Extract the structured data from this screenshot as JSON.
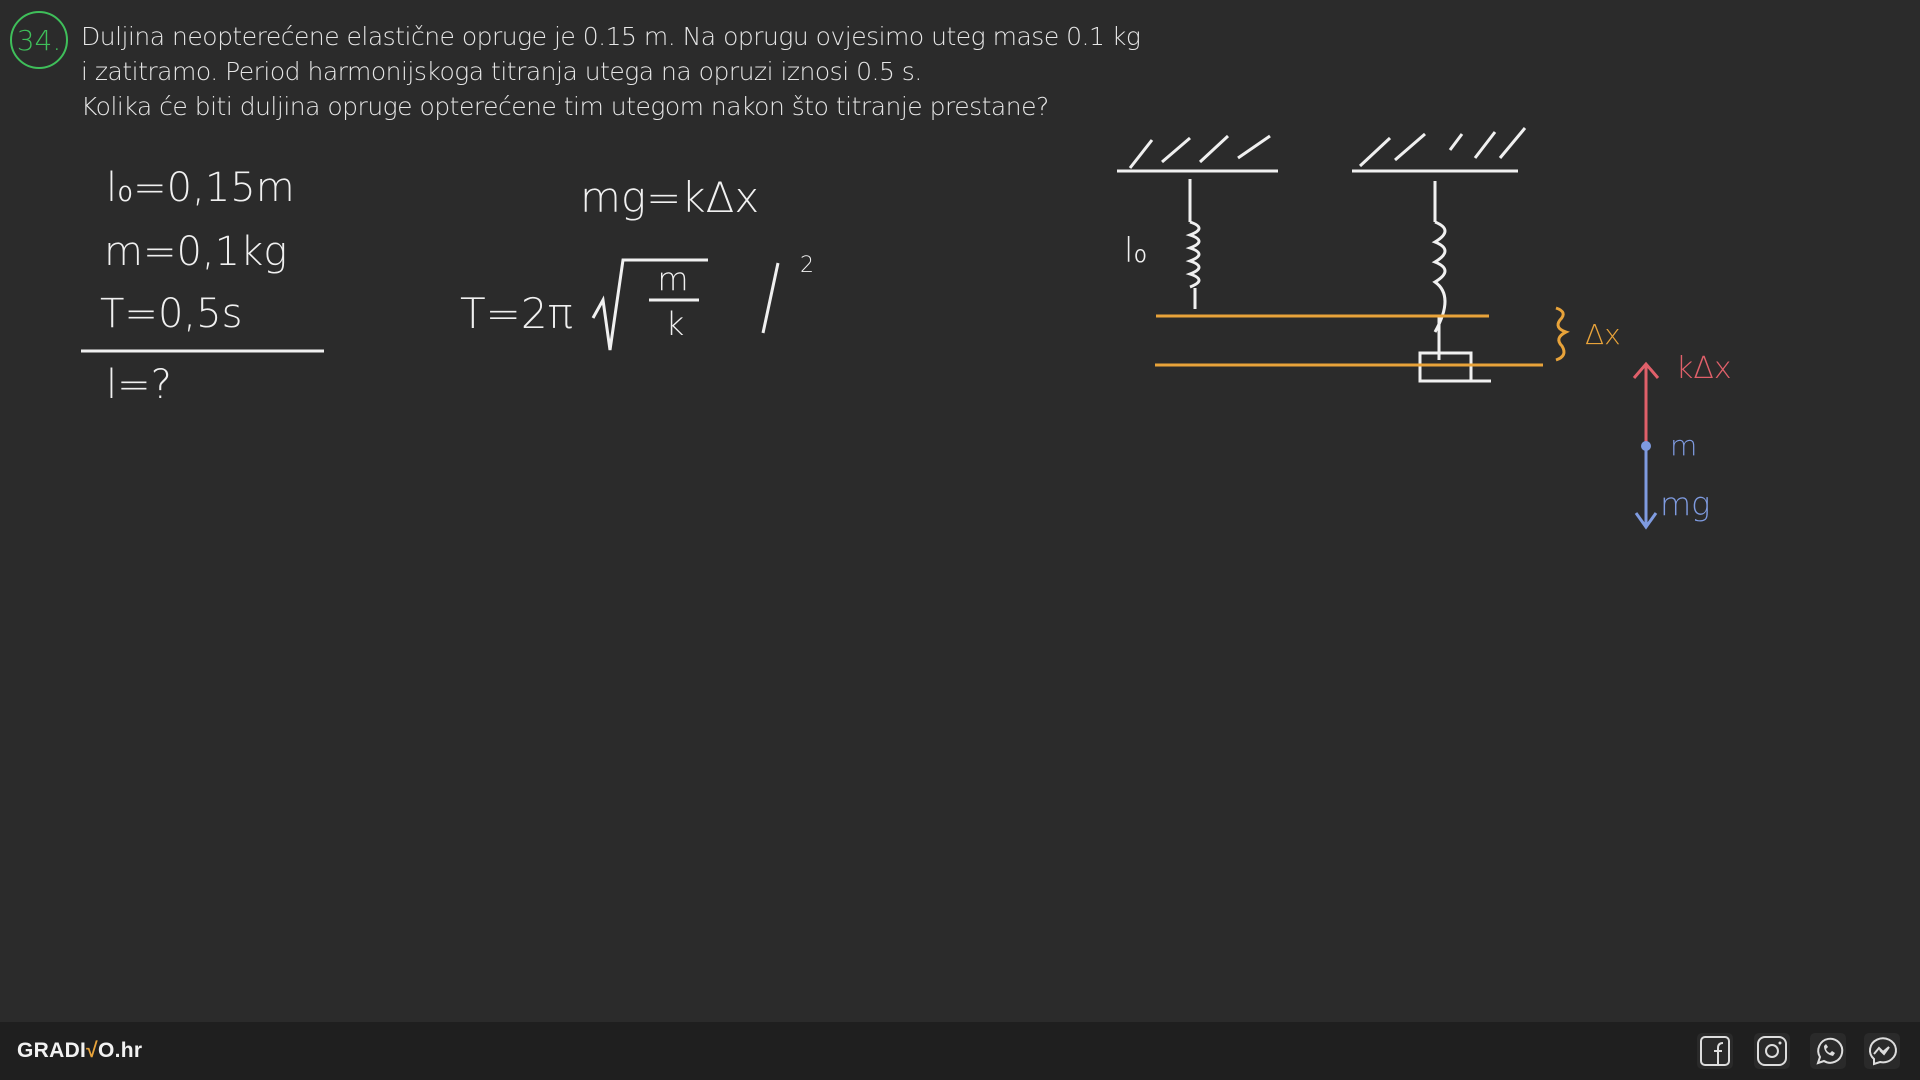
{
  "problem": {
    "number": "34.",
    "lines": [
      "Duljina neopterećene elastične opruge je 0.15 m. Na oprugu ovjesimo uteg mase 0.1 kg",
      "i zatitramo. Period harmonijskoga titranja utega na opruzi iznosi 0.5 s.",
      "Kolika će biti duljina opruge opterećene tim utegom nakon što titranje prestane?"
    ]
  },
  "given": {
    "l0": "l₀=0,15m",
    "m": "m=0,1kg",
    "T": "T=0,5s",
    "unknown": "l=?"
  },
  "equations": {
    "equilibrium": "mg=kΔx",
    "period_lhs": "T=2π",
    "fraction_num": "m",
    "fraction_den": "k",
    "square_mark": "/",
    "square_exp": "2"
  },
  "diagram": {
    "l0_label": "l₀",
    "dx_label": "Δx",
    "force_up": "kΔx",
    "mass_label": "m",
    "force_down": "mg",
    "colors": {
      "chalk": "#f0f0f0",
      "orange": "#e8a33a",
      "red": "#e0606a",
      "blue": "#7f9be0",
      "green": "#3fbf5a"
    }
  },
  "footer": {
    "logo_left": "GRADI",
    "logo_root": "√",
    "logo_right": "O.hr",
    "social": [
      "facebook-icon",
      "instagram-icon",
      "whatsapp-icon",
      "messenger-icon"
    ]
  }
}
